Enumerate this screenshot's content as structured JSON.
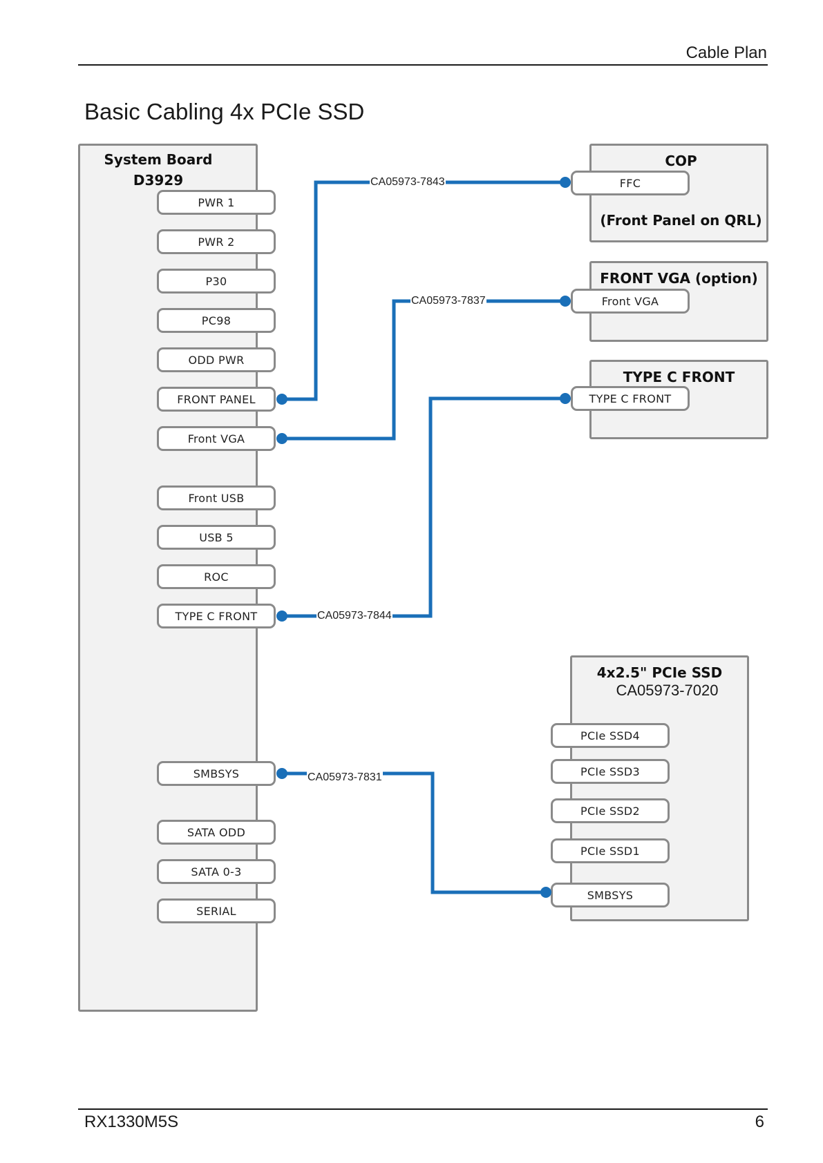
{
  "header": {
    "title": "Cable Plan"
  },
  "page_heading": "Basic Cabling 4x PCIe SSD",
  "system_board": {
    "title_line1": "System Board",
    "title_line2": "D3929",
    "ports": [
      "PWR 1",
      "PWR 2",
      "P30",
      "PC98",
      "ODD PWR",
      "FRONT PANEL",
      "Front VGA",
      "Front USB",
      "USB 5",
      "ROC",
      "TYPE C FRONT",
      "SMBSYS",
      "SATA ODD",
      "SATA 0-3",
      "SERIAL"
    ]
  },
  "cop": {
    "title": "COP",
    "port": "FFC",
    "subtitle": "(Front Panel on QRL)"
  },
  "front_vga": {
    "title": "FRONT VGA (option)",
    "port": "Front VGA"
  },
  "type_c_front": {
    "title": "TYPE C FRONT",
    "port": "TYPE C FRONT"
  },
  "ssd_module": {
    "title": "4x2.5\" PCIe SSD",
    "part_number": "CA05973-7020",
    "ports": [
      "PCIe SSD4",
      "PCIe SSD3",
      "PCIe SSD2",
      "PCIe SSD1",
      "SMBSYS"
    ]
  },
  "cables": {
    "front_panel": "CA05973-7843",
    "front_vga": "CA05973-7837",
    "type_c": "CA05973-7844",
    "smbsys": "CA05973-7831"
  },
  "colors": {
    "cable": "#1a6fb8",
    "panel_border": "#8a8a8a",
    "panel_fill": "#f2f2f2"
  },
  "footer": {
    "model": "RX1330M5S",
    "page_number": "6"
  }
}
